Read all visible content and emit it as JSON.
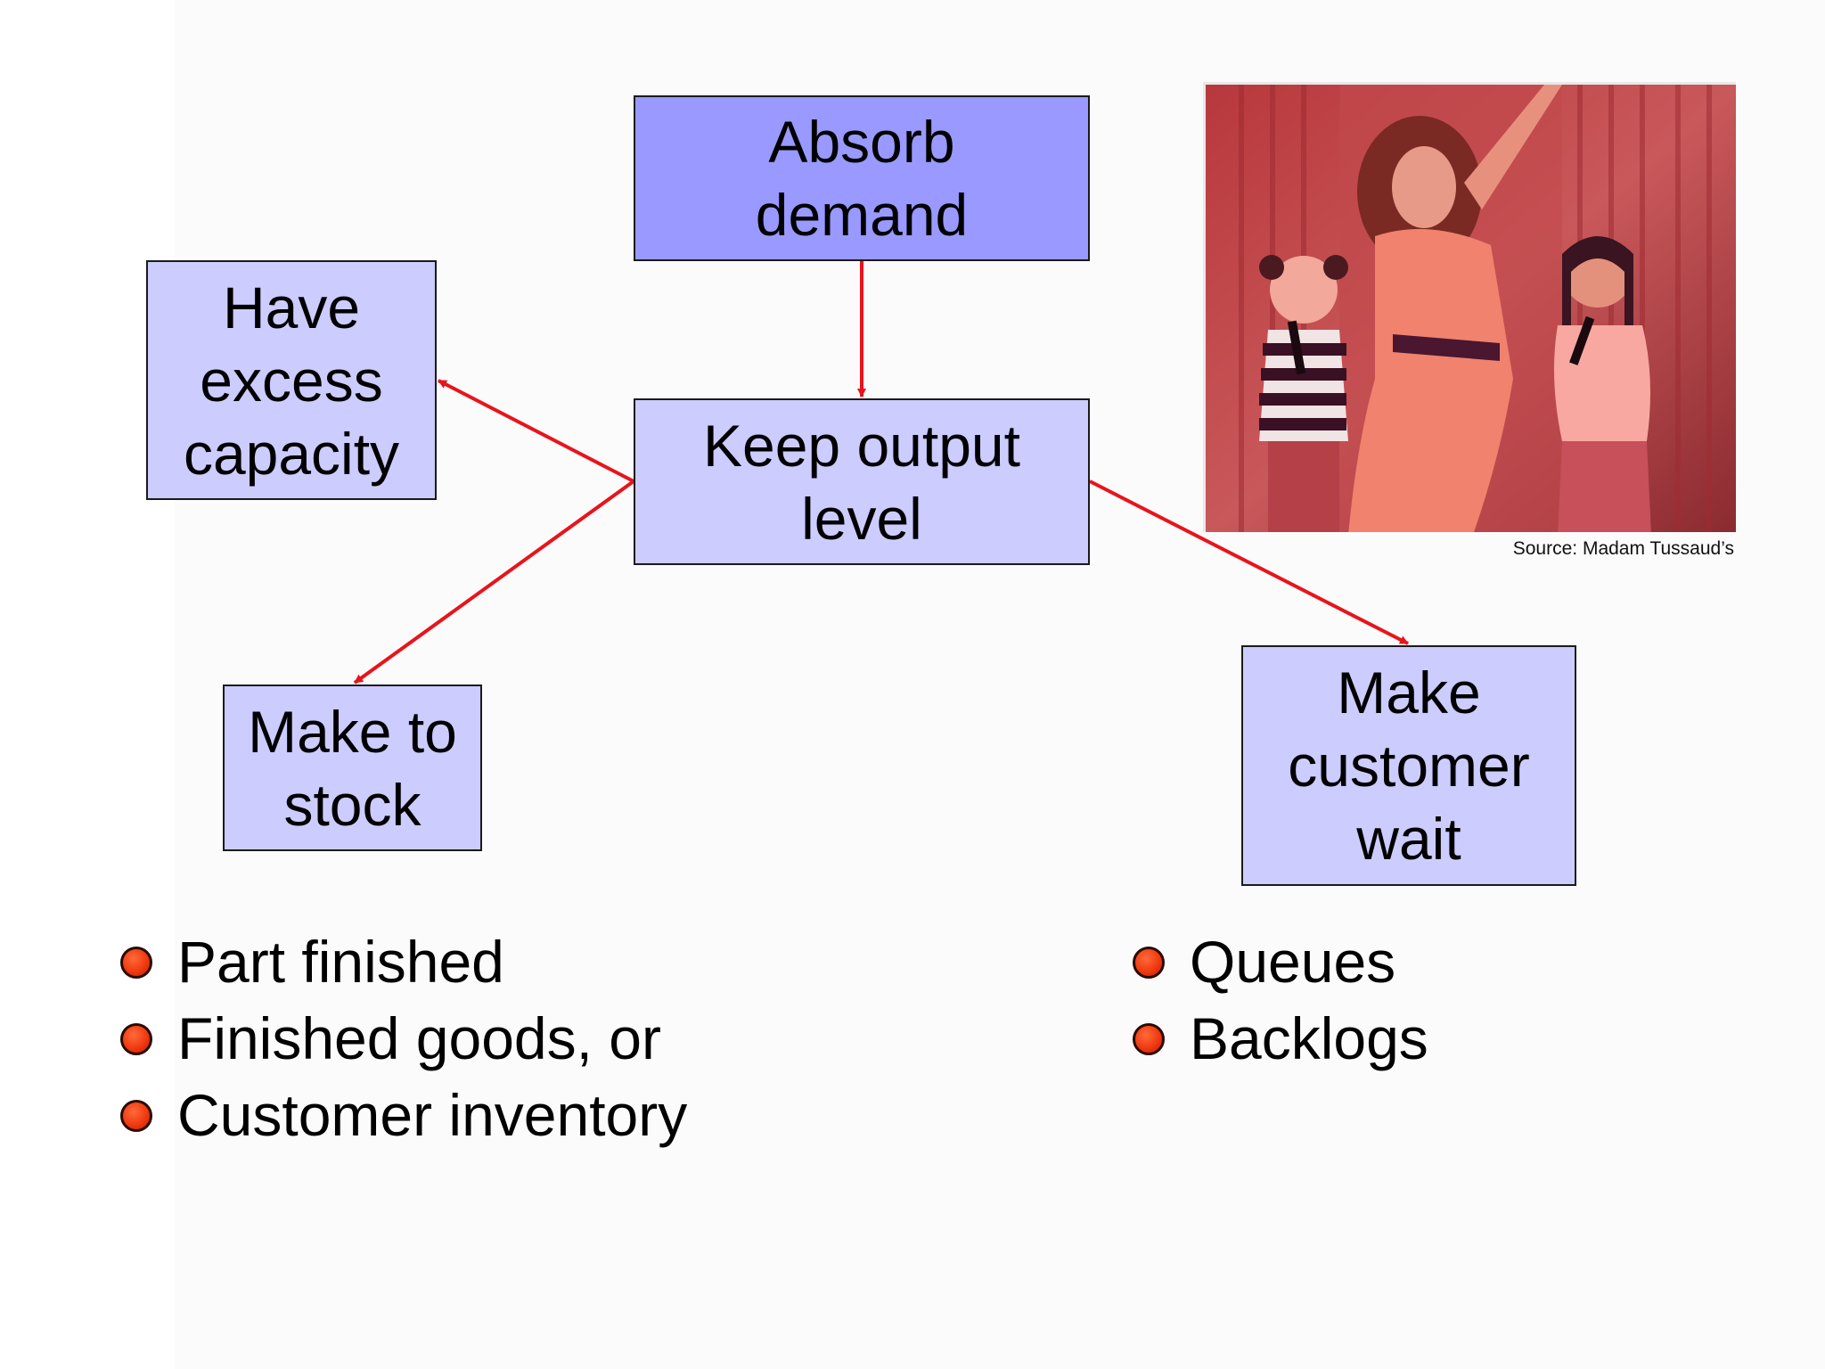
{
  "diagram": {
    "boxes": {
      "absorb_demand": "Absorb\ndemand",
      "keep_output": "Keep output\nlevel",
      "excess_capacity": "Have\nexcess\ncapacity",
      "make_to_stock": "Make to\nstock",
      "customer_wait": "Make\ncustomer\nwait"
    },
    "colors": {
      "box_fill": "#ccccff",
      "box_fill_top": "#9999ff",
      "arrow": "#e8141c",
      "bullet": "#f03a10"
    }
  },
  "photo": {
    "caption": "Source: Madam Tussaud’s"
  },
  "bullets_left": [
    {
      "text": "Part finished"
    },
    {
      "text": "Finished goods, or"
    },
    {
      "text": "Customer inventory"
    }
  ],
  "bullets_right": [
    {
      "text": "Queues"
    },
    {
      "text": "Backlogs"
    }
  ]
}
